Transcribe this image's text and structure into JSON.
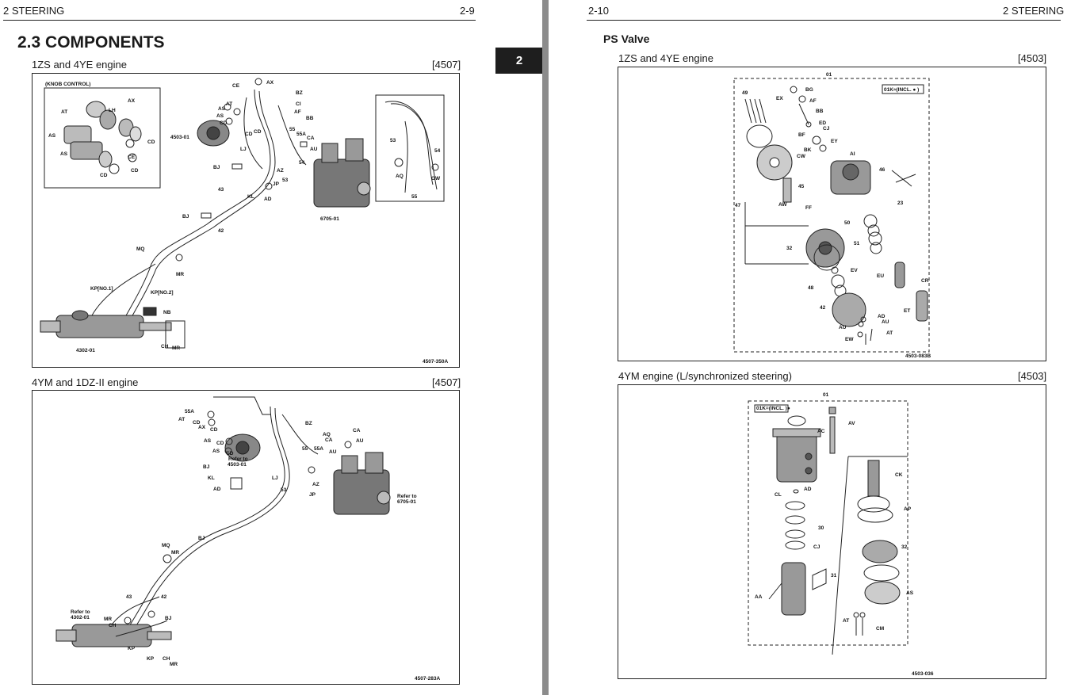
{
  "left_page": {
    "header_left": "2 STEERING",
    "header_right": "2-9",
    "section_title": "2.3 COMPONENTS",
    "section_tab": "2",
    "fig1": {
      "caption": "1ZS and 4YE engine",
      "ref": "[4507]",
      "drawing_no": "4507-350A",
      "inset_title": "(KNOB CONTROL)",
      "part_ids": {
        "a": "AT",
        "b": "LH",
        "c": "AX",
        "d": "AS",
        "e": "AS",
        "f": "CE",
        "g": "CD",
        "h": "CD",
        "i": "CD",
        "j": "CE",
        "k": "AX",
        "l": "BZ",
        "m": "AT",
        "n": "AS",
        "o": "AS",
        "p": "CD",
        "q": "CI",
        "r": "AF",
        "s": "BB",
        "t": "4503-01",
        "u": "CD",
        "v": "CD",
        "w": "55",
        "x": "55A",
        "y": "CA",
        "z": "AU",
        "aa": "LJ",
        "ab": "BJ",
        "ac": "AZ",
        "ad": "53",
        "ae": "54",
        "af": "JP",
        "ag": "KL",
        "ah": "AD",
        "ai": "43",
        "aj": "BJ",
        "ak": "42",
        "al": "6705-01",
        "am": "53",
        "an": "54",
        "ao": "AQ",
        "ap": "GW",
        "aq": "55",
        "ar": "MQ",
        "as": "MR",
        "at": "KP[NO.1]",
        "au": "KP[NO.2]",
        "av": "NB",
        "aw": "4302-01",
        "ax": "CH",
        "ay": "MR"
      }
    },
    "fig2": {
      "caption": "4YM and 1DZ-II engine",
      "ref": "[4507]",
      "drawing_no": "4507-283A",
      "part_ids": {
        "a": "55A",
        "b": "AT",
        "c": "CD",
        "d": "AX",
        "e": "CD",
        "f": "AS",
        "g": "CD",
        "h": "AS",
        "i": "CD",
        "j": "BZ",
        "k": "AQ",
        "l": "CA",
        "m": "AU",
        "n": "55",
        "o": "55A",
        "p": "CA",
        "q": "AU",
        "r": "Refer to",
        "s": "4503-01",
        "t": "BJ",
        "u": "KL",
        "v": "AD",
        "w": "LJ",
        "x": "53",
        "y": "AZ",
        "z": "JP",
        "aa": "Refer to",
        "ab": "6705-01",
        "ac": "BJ",
        "ad": "MQ",
        "ae": "MR",
        "af": "43",
        "ag": "42",
        "ah": "Refer to",
        "ai": "4302-01",
        "aj": "MR",
        "ak": "CH",
        "al": "BJ",
        "am": "KP",
        "an": "KP",
        "ao": "CH",
        "ap": "MR"
      }
    }
  },
  "right_page": {
    "header_left": "2-10",
    "header_right": "2 STEERING",
    "subsection_title": "PS Valve",
    "fig1": {
      "caption": "1ZS and 4YE engine",
      "ref": "[4503]",
      "drawing_no": "4503-083B",
      "incl_note": "01K≈(INCL. ● )",
      "part_ids": {
        "a": "01",
        "b": "49",
        "c": "BG",
        "d": "EX",
        "e": "AF",
        "f": "BB",
        "g": "ED",
        "h": "CJ",
        "i": "BF",
        "j": "EY",
        "k": "BK",
        "l": "AI",
        "m": "CW",
        "n": "46",
        "o": "23",
        "p": "45",
        "q": "47",
        "r": "AW",
        "s": "FF",
        "t": "50",
        "u": "51",
        "v": "32",
        "w": "EV",
        "x": "EU",
        "y": "CR",
        "z": "48",
        "aa": "42",
        "ab": "ET",
        "ac": "AD",
        "ad": "AU",
        "ae": "AU",
        "af": "AT",
        "ag": "EW"
      }
    },
    "fig2": {
      "caption": "4YM engine (L/synchronized steering)",
      "ref": "[4503]",
      "drawing_no": "4503-036",
      "incl_note": "01K=(INCL. )●",
      "part_ids": {
        "a": "01",
        "b": "AV",
        "c": "AC",
        "d": "AD",
        "e": "CL",
        "f": "CK",
        "g": "AP",
        "h": "30",
        "i": "CJ",
        "j": "32",
        "k": "31",
        "l": "AA",
        "m": "AS",
        "n": "AT",
        "o": "CM"
      }
    }
  },
  "colors": {
    "ink": "#1a1a1a",
    "gutter": "#8c8c8c",
    "tab_bg": "#1e1e1e",
    "tab_text": "#ffffff"
  }
}
